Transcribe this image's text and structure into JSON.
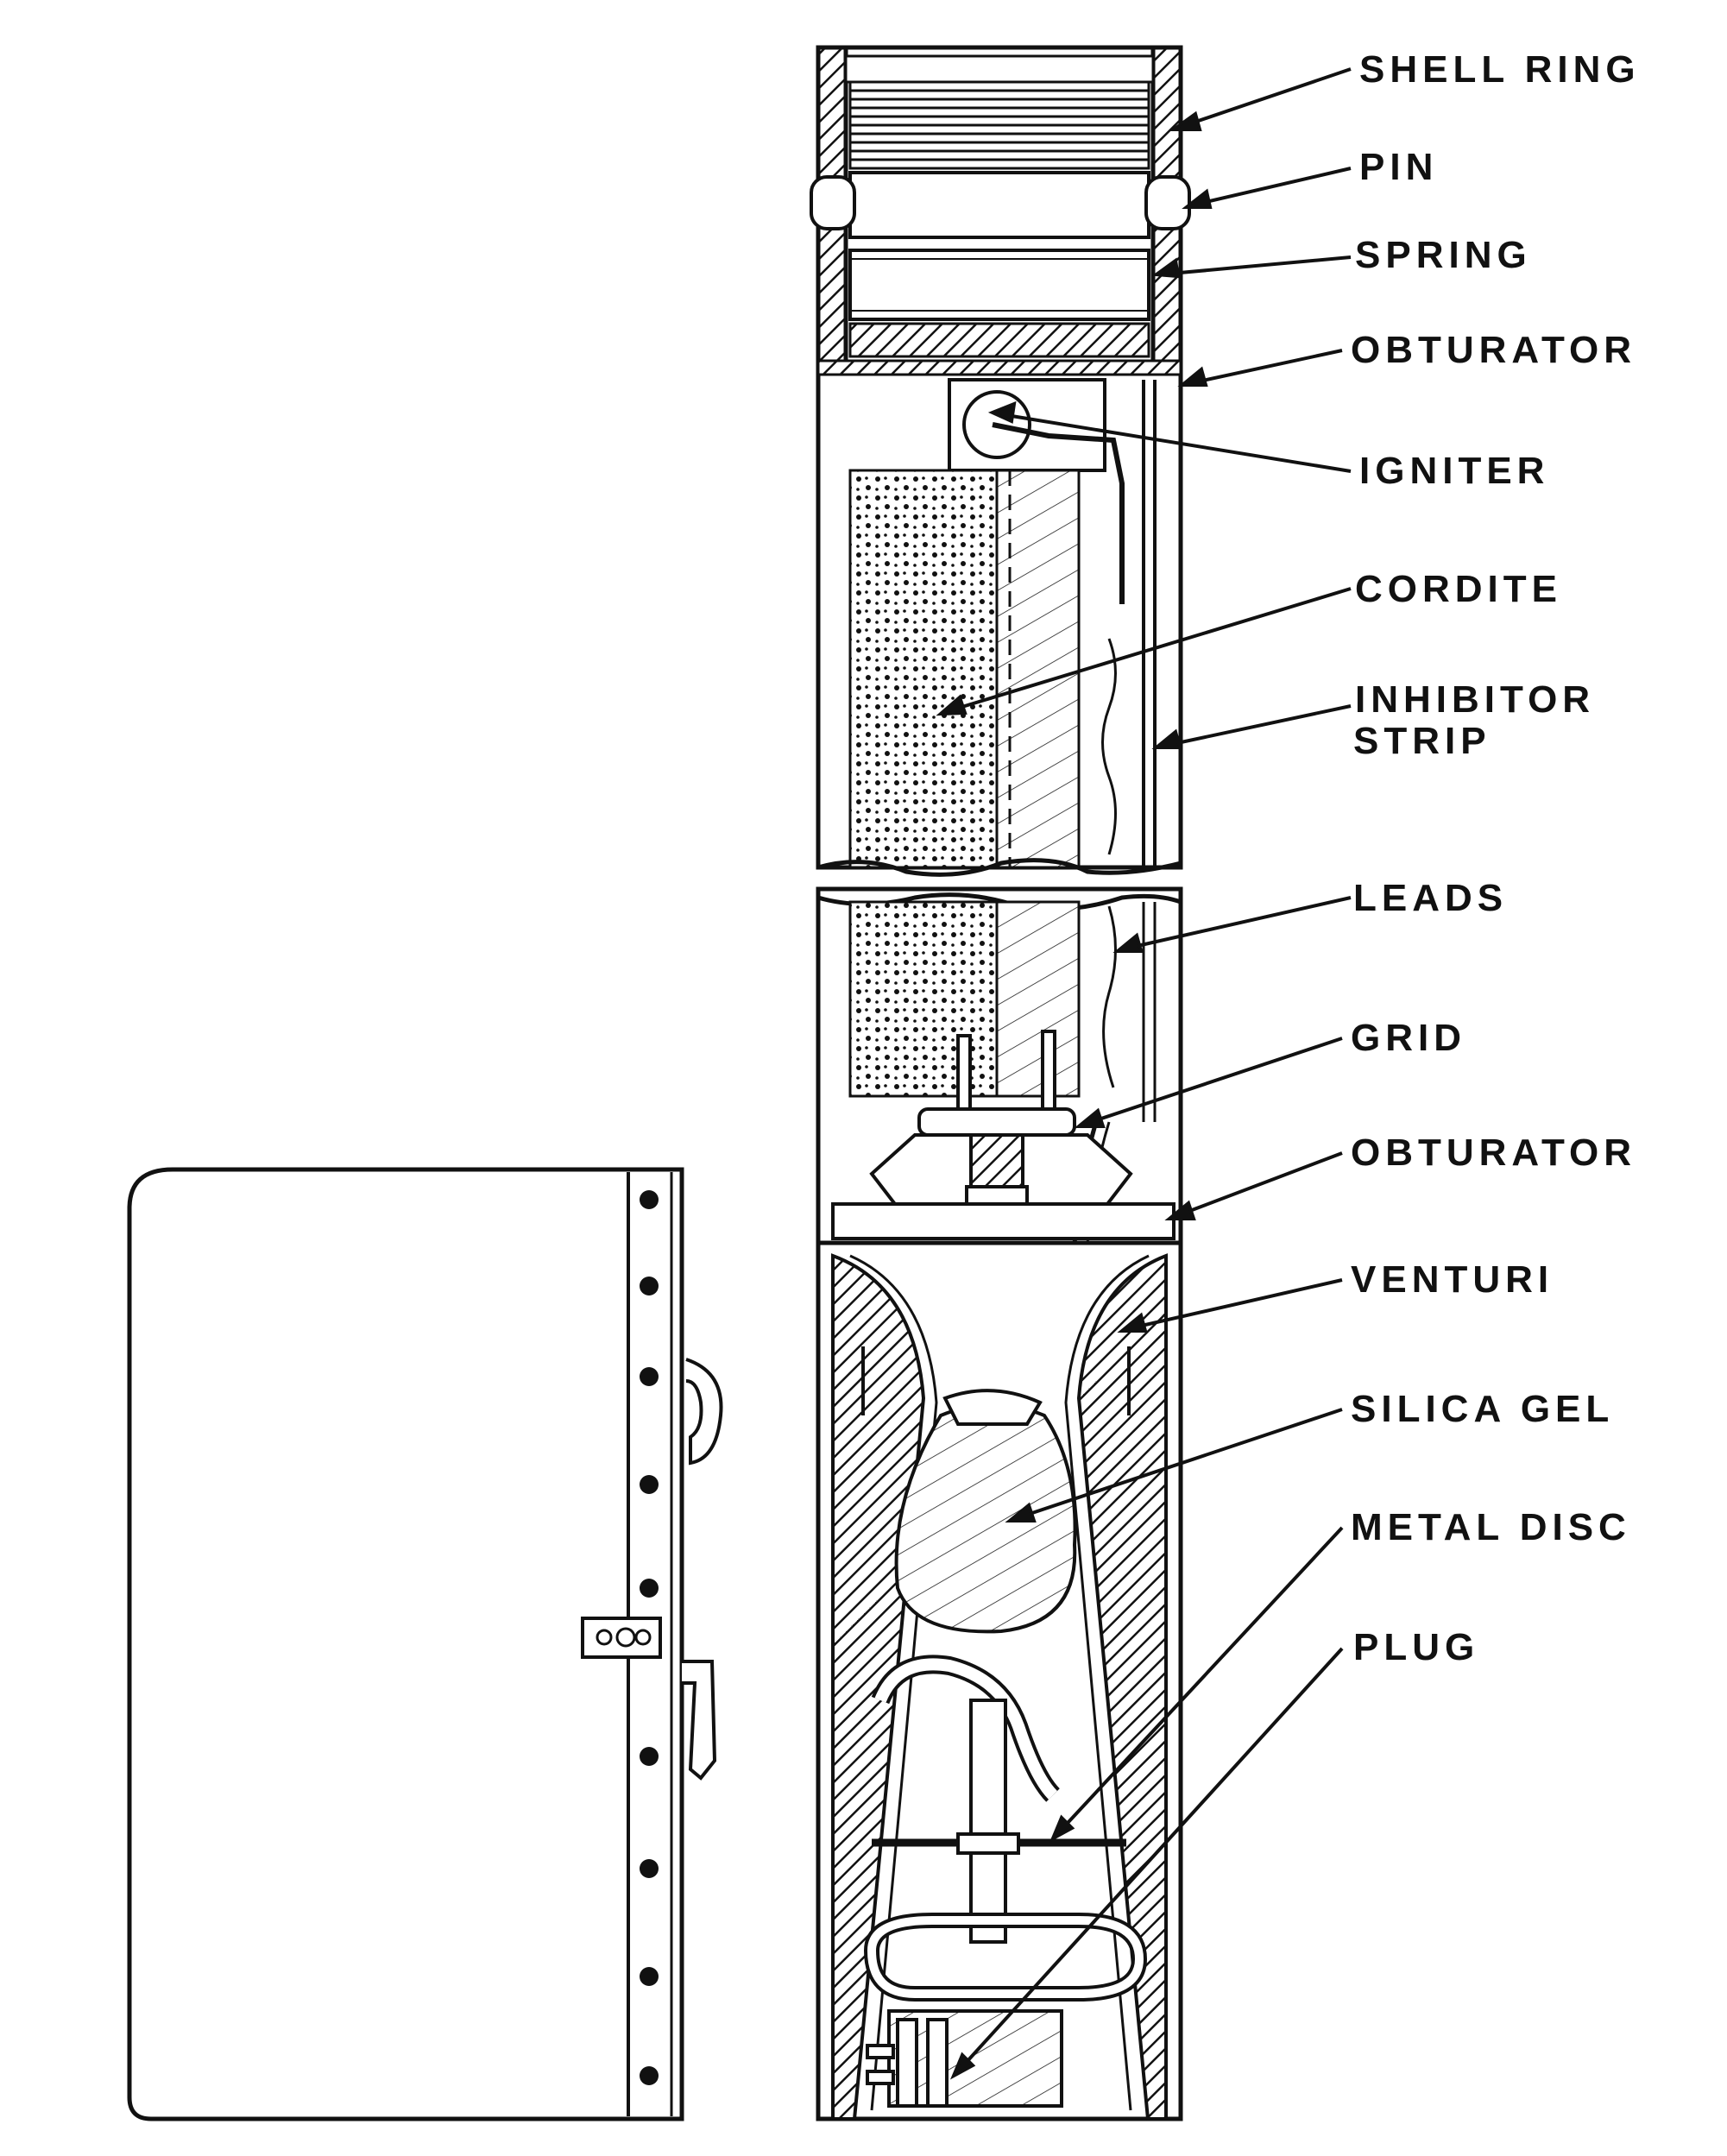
{
  "colors": {
    "ink": "#111111",
    "paper": "#ffffff",
    "shade": "#e6e6e6"
  },
  "labels": {
    "shell_ring": "SHELL RING",
    "pin": "PIN",
    "spring": "SPRING",
    "obturator_top": "OBTURATOR",
    "igniter": "IGNITER",
    "cordite": "CORDITE",
    "inhibitor_line1": "INHIBITOR",
    "inhibitor_line2": "STRIP",
    "leads": "LEADS",
    "grid": "GRID",
    "obturator_bottom": "OBTURATOR",
    "venturi": "VENTURI",
    "silica_gel": "SILICA GEL",
    "metal_disc": "METAL DISC",
    "plug": "PLUG"
  }
}
